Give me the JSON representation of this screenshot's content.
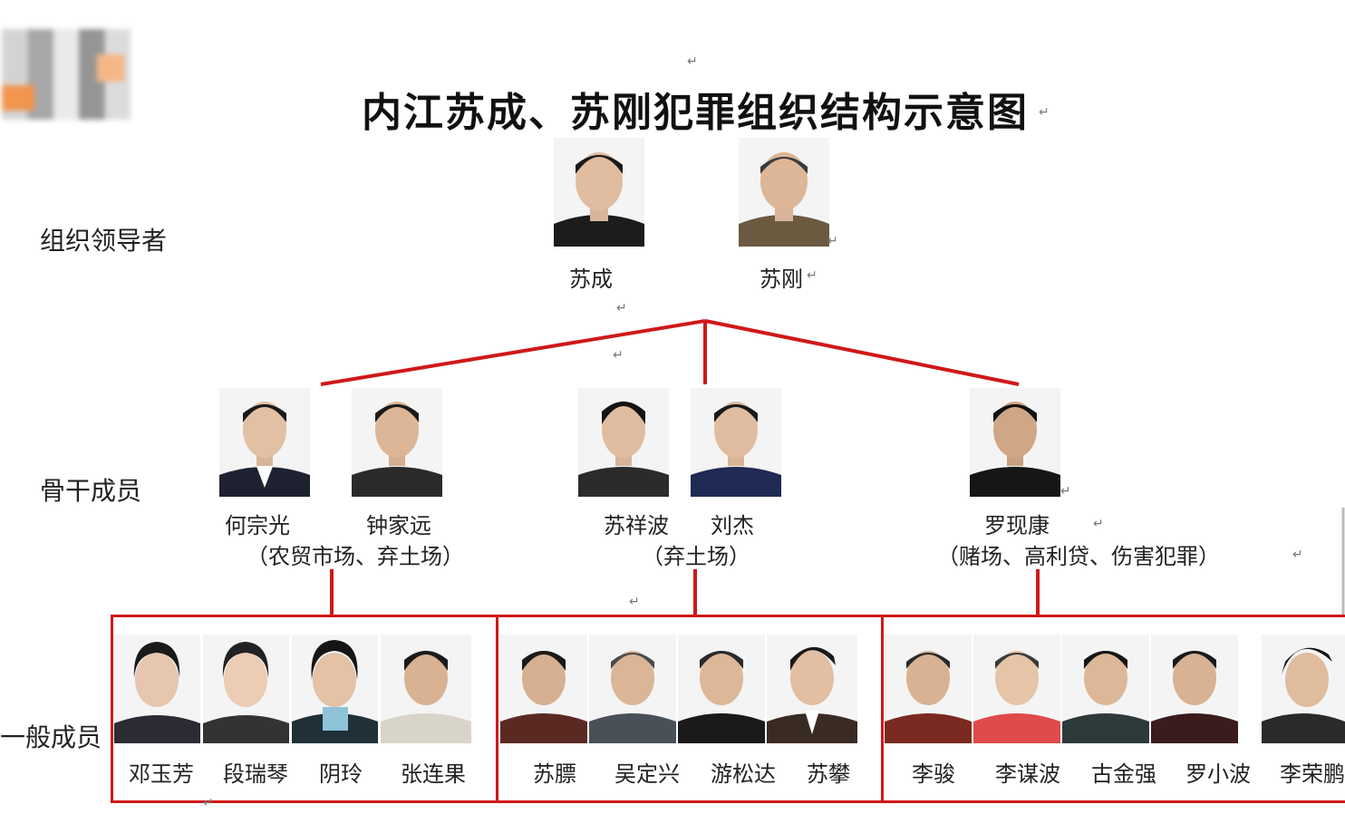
{
  "title": "内江苏成、苏刚犯罪组织结构示意图",
  "row_labels": {
    "leaders": "组织领导者",
    "core": "骨干成员",
    "general": "一般成员"
  },
  "leaders": [
    {
      "name": "苏成"
    },
    {
      "name": "苏刚"
    }
  ],
  "core": [
    {
      "name": "何宗光"
    },
    {
      "name": "钟家远"
    },
    {
      "name": "苏祥波"
    },
    {
      "name": "刘杰"
    },
    {
      "name": "罗现康"
    }
  ],
  "core_notes": {
    "group1": "（农贸市场、弃土场）",
    "group2": "（弃土场）",
    "group3": "（赌场、高利贷、伤害犯罪）"
  },
  "general": [
    {
      "name": "邓玉芳"
    },
    {
      "name": "段瑞琴"
    },
    {
      "name": "阴玲"
    },
    {
      "name": "张连果"
    },
    {
      "name": "苏膘"
    },
    {
      "name": "吴定兴"
    },
    {
      "name": "游松达"
    },
    {
      "name": "苏攀"
    },
    {
      "name": "李骏"
    },
    {
      "name": "李谋波"
    },
    {
      "name": "古金强"
    },
    {
      "name": "罗小波"
    },
    {
      "name": "李荣鹏"
    }
  ],
  "colors": {
    "connector": "#d01818"
  },
  "return_mark": "↵"
}
